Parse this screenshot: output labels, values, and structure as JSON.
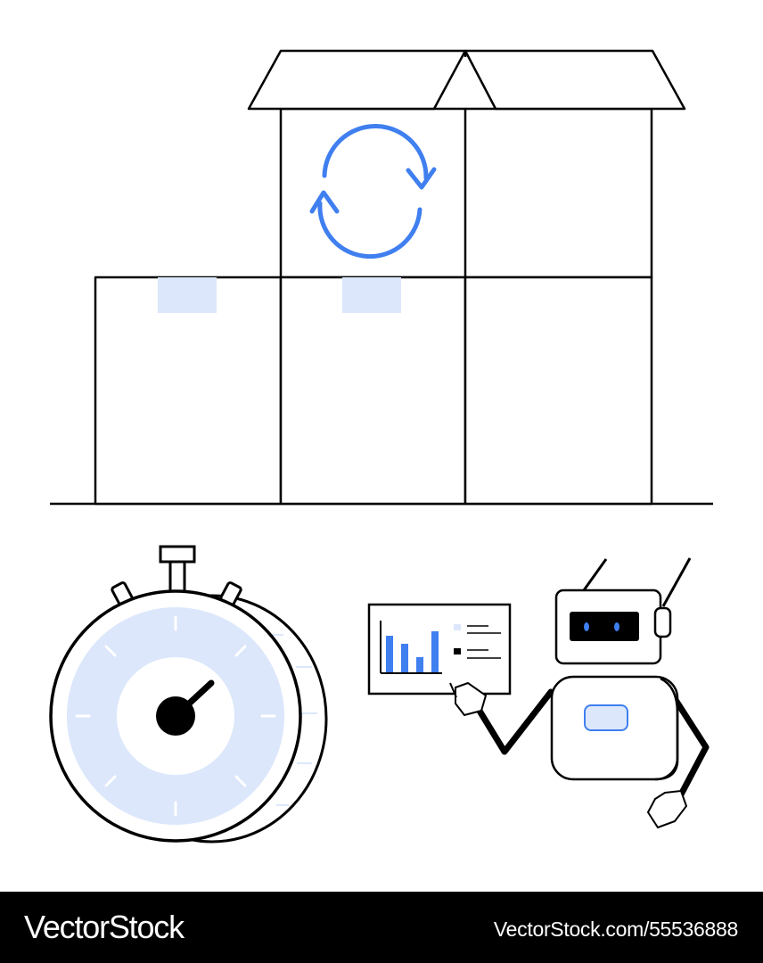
{
  "colors": {
    "background": "#ffffff",
    "outline": "#000000",
    "accent_blue": "#3f7ff0",
    "light_blue": "#dce7fb",
    "footer_background": "#000000",
    "footer_text": "#ffffff"
  },
  "illustration": {
    "scene": [
      "cardboard-boxes",
      "sync-arrows-icon",
      "stopwatch",
      "robot",
      "bar-chart-board"
    ]
  },
  "footer": {
    "brand": "VectorStock",
    "image_id": "VectorStock.com/55536888"
  }
}
